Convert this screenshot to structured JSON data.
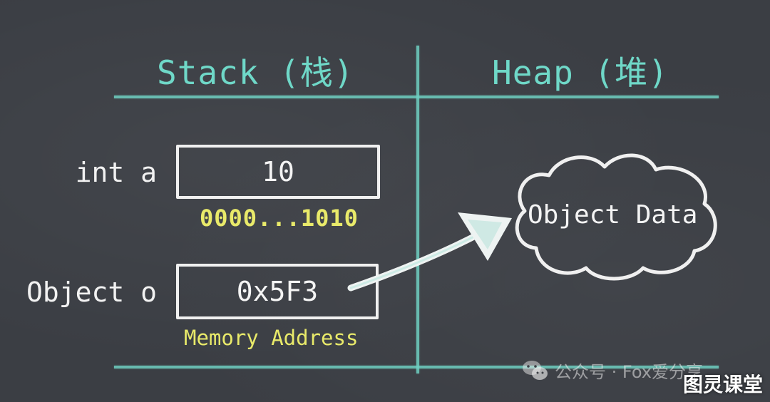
{
  "diagram": {
    "stack_title": "Stack (栈)",
    "heap_title": "Heap (堆)",
    "variables": [
      {
        "label": "int a",
        "value": "10",
        "note": "0000...1010"
      },
      {
        "label": "Object o",
        "value": "0x5F3",
        "note": "Memory Address"
      }
    ],
    "heap_object": "Object Data"
  },
  "colors": {
    "board": "#3b3e44",
    "header_teal": "#6fd8c8",
    "chalk_white": "#f0f0f0",
    "note_yellow": "#e9ea6a"
  },
  "icons": {
    "pointer": "arrow-icon",
    "heap_shape": "cloud-icon",
    "watermark_logo": "wechat-icon"
  },
  "watermark": {
    "text": "公众号 · Fox爱分享",
    "brand": "图灵课堂"
  }
}
